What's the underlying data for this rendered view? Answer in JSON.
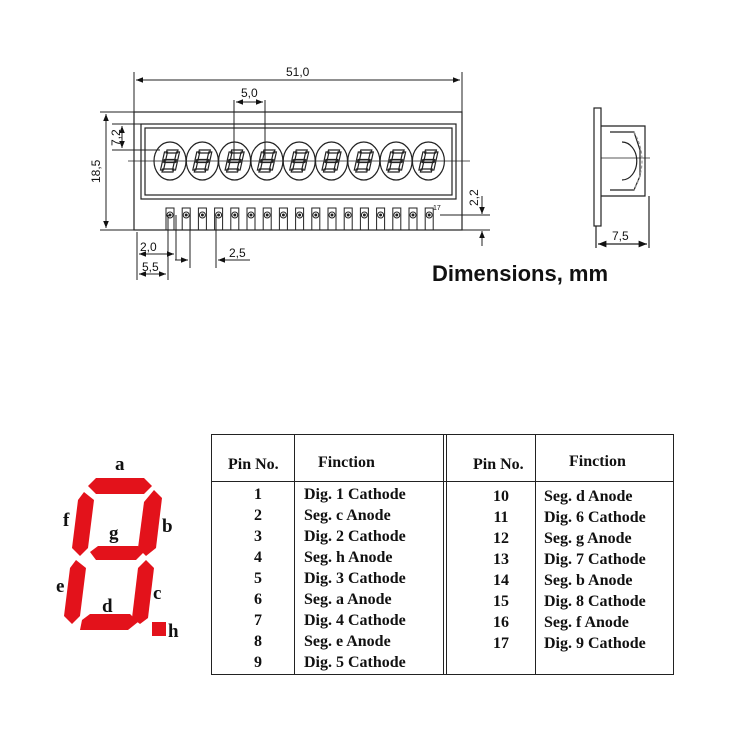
{
  "dimensions": {
    "overall_width": "51,0",
    "digit_pitch": "5,0",
    "digit_height": "7,2",
    "overall_height": "18,5",
    "pin_length": "2,2",
    "depth": "7,5",
    "first_pin_offset": "2,0",
    "second_offset": "5,5",
    "pin_pitch": "2,5",
    "last_pin_label": "17",
    "caption": "Dimensions, mm"
  },
  "display": {
    "digit_count": 9,
    "pin_count": 17
  },
  "colors": {
    "segment": "#e3121b",
    "line": "#222222"
  },
  "segment_labels": {
    "a": "a",
    "b": "b",
    "c": "c",
    "d": "d",
    "e": "e",
    "f": "f",
    "g": "g",
    "h": "h"
  },
  "pin_table": {
    "headers": {
      "pin": "Pin No.",
      "function": "Finction"
    },
    "left": [
      {
        "pin": "1",
        "function": "Dig. 1 Cathode"
      },
      {
        "pin": "2",
        "function": "Seg. c Anode"
      },
      {
        "pin": "3",
        "function": "Dig. 2 Cathode"
      },
      {
        "pin": "4",
        "function": "Seg. h Anode"
      },
      {
        "pin": "5",
        "function": "Dig. 3 Cathode"
      },
      {
        "pin": "6",
        "function": "Seg. a Anode"
      },
      {
        "pin": "7",
        "function": "Dig. 4 Cathode"
      },
      {
        "pin": "8",
        "function": "Seg. e Anode"
      },
      {
        "pin": "9",
        "function": "Dig. 5 Cathode"
      }
    ],
    "right": [
      {
        "pin": "10",
        "function": "Seg. d Anode"
      },
      {
        "pin": "11",
        "function": "Dig. 6 Cathode"
      },
      {
        "pin": "12",
        "function": "Seg. g Anode"
      },
      {
        "pin": "13",
        "function": "Dig. 7 Cathode"
      },
      {
        "pin": "14",
        "function": "Seg. b Anode"
      },
      {
        "pin": "15",
        "function": "Dig. 8 Cathode"
      },
      {
        "pin": "16",
        "function": "Seg. f Anode"
      },
      {
        "pin": "17",
        "function": "Dig. 9 Cathode"
      }
    ]
  }
}
